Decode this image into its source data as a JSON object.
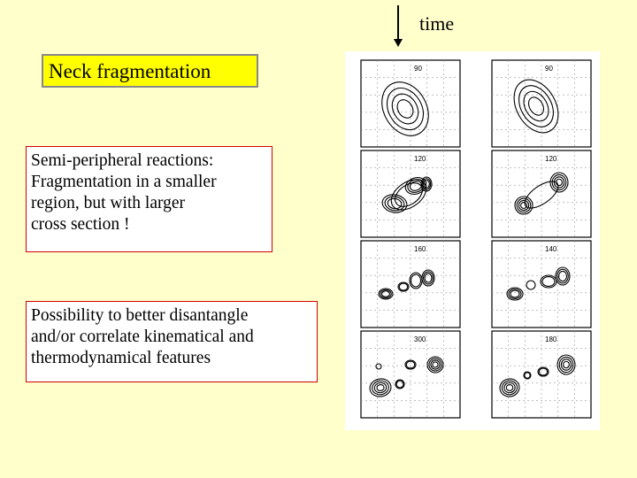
{
  "header": {
    "time_label": "time"
  },
  "title": {
    "text": "Neck fragmentation"
  },
  "box1": {
    "lines": [
      "Semi-peripheral reactions:",
      "Fragmentation in a smaller",
      "region,  but with larger",
      "cross section !"
    ]
  },
  "box2": {
    "lines": [
      "Possibility to better disantangle",
      "and/or correlate kinematical and",
      "thermodynamical features"
    ]
  },
  "figure": {
    "left_column_times": [
      "90",
      "120",
      "160",
      "300"
    ],
    "right_column_times": [
      "90",
      "120",
      "140",
      "180"
    ]
  }
}
